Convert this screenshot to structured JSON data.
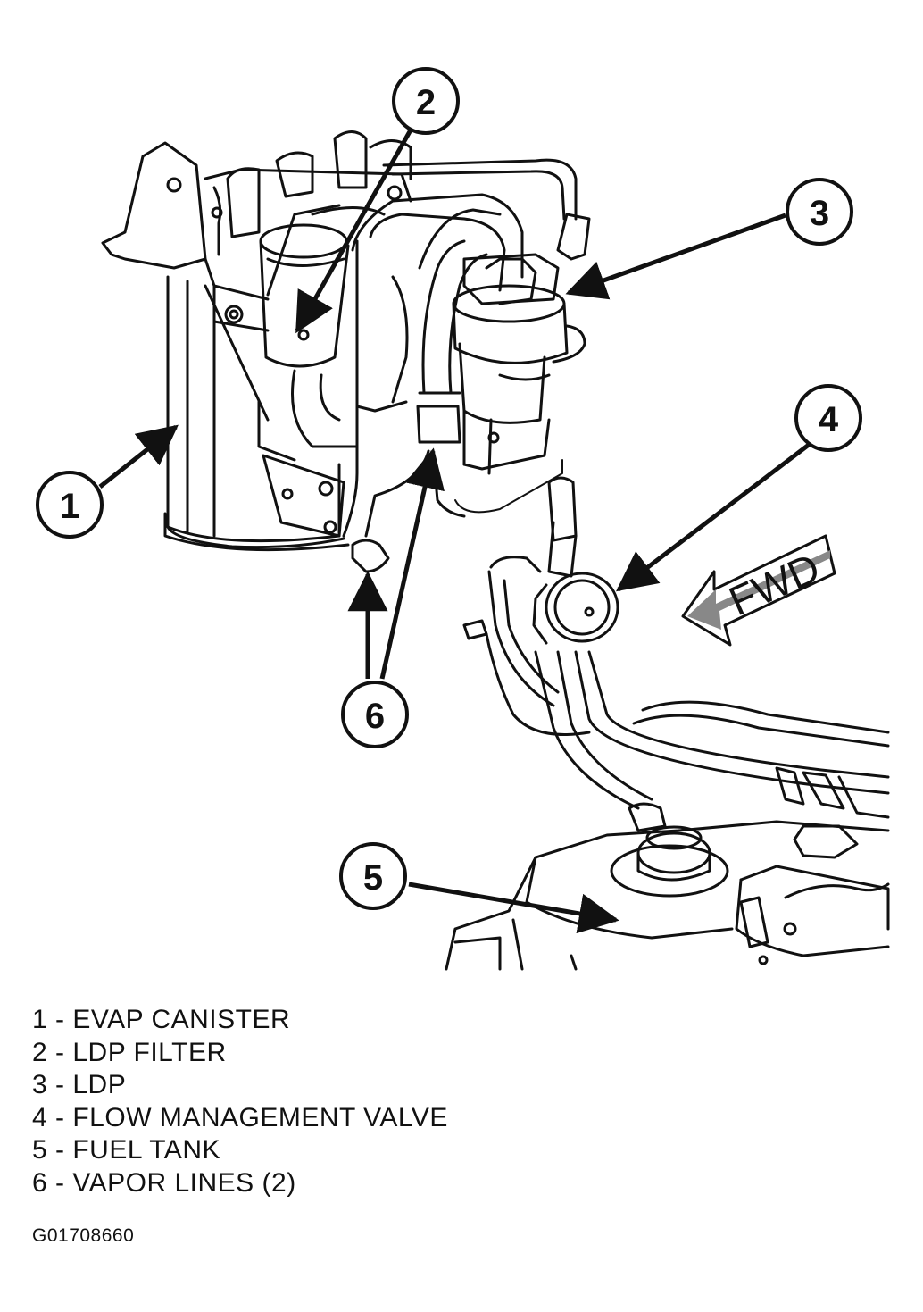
{
  "callouts": {
    "c1": "1",
    "c2": "2",
    "c3": "3",
    "c4": "4",
    "c5": "5",
    "c6": "6"
  },
  "direction_label": "FWD",
  "legend": [
    {
      "number": "1",
      "label": "EVAP CANISTER",
      "text": "1 - EVAP CANISTER"
    },
    {
      "number": "2",
      "label": "LDP FILTER",
      "text": "2 - LDP FILTER"
    },
    {
      "number": "3",
      "label": "LDP",
      "text": "3 - LDP"
    },
    {
      "number": "4",
      "label": "FLOW MANAGEMENT VALVE",
      "text": "4 - FLOW MANAGEMENT VALVE"
    },
    {
      "number": "5",
      "label": "FUEL TANK",
      "text": "5 - FUEL TANK"
    },
    {
      "number": "6",
      "label": "VAPOR LINES (2)",
      "text": "6 - VAPOR LINES (2)"
    }
  ],
  "figure_code": "G01708660",
  "colors": {
    "line": "#111111",
    "background": "#ffffff"
  }
}
